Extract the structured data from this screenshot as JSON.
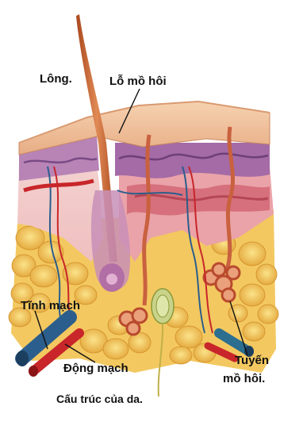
{
  "labels": {
    "hair": "Lông.",
    "sweat_pore": "Lỗ mồ hôi",
    "vein": "Tĩnh mạch",
    "artery": "Động mạch",
    "sweat_gland_line1": "Tuyến",
    "sweat_gland_line2": "mồ hôi."
  },
  "caption": "Cấu trúc của da.",
  "colors": {
    "epidermis": "#e8b48c",
    "dermis_purple": "#b87fb2",
    "dermis_pink": "#f2c8c2",
    "fat_yellow": "#f2c34a",
    "vein_blue": "#2b5e8c",
    "artery_red": "#c8262a",
    "hair_orange": "#cf6b34"
  }
}
